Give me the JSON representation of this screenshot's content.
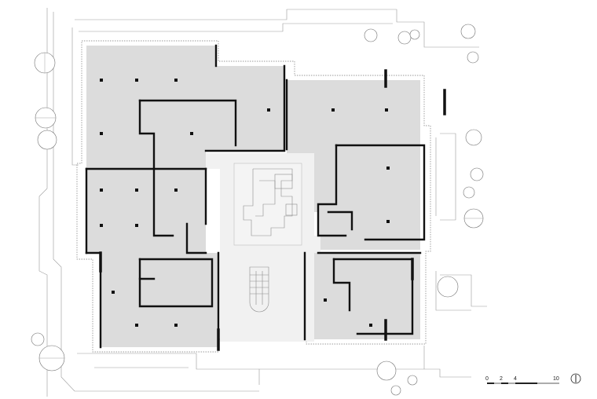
{
  "scale_bar": {
    "ticks": [
      "0",
      "2",
      "4",
      "10"
    ]
  },
  "north_icon": "north-arrow-icon"
}
